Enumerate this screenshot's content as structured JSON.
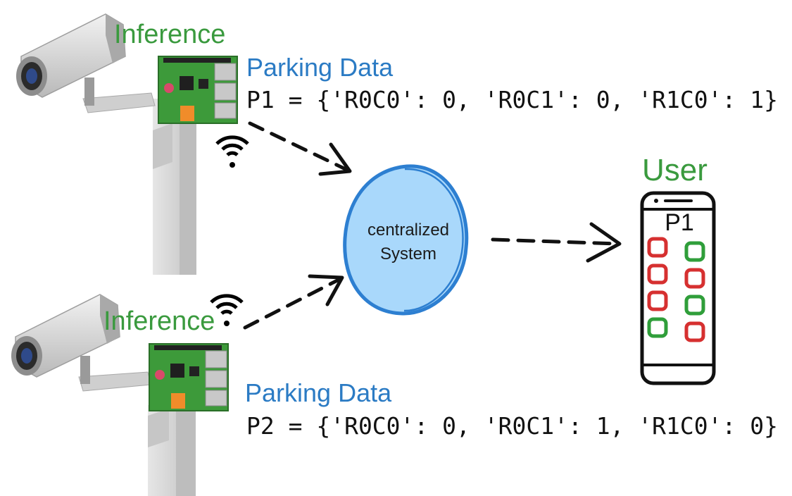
{
  "labels": {
    "inference_top": "Inference",
    "inference_bottom": "Inference",
    "parking_top": "Parking Data",
    "parking_bottom": "Parking Data",
    "p1_data": "P1 = {'R0C0': 0, 'R0C1': 0, 'R1C0': 1}",
    "p2_data": "P2 = {'R0C0': 0, 'R0C1': 1, 'R1C0': 0}",
    "central_line1": "centralized",
    "central_line2": "System",
    "user": "User",
    "phone_title": "P1"
  },
  "phone_slots": {
    "left": [
      "red",
      "red",
      "red",
      "green"
    ],
    "right": [
      "green",
      "red",
      "green",
      "red"
    ]
  },
  "colors": {
    "green_label": "#3a9a3e",
    "blue_label": "#2b7bc4",
    "circle_fill": "#a9d8fb",
    "circle_stroke": "#2d7fd1",
    "slot_red": "#d63030",
    "slot_green": "#2f9e3a",
    "pole": "#d9d9d9",
    "board": "#3d9a3a"
  },
  "icons": [
    "camera-icon",
    "raspberry-pi-board-icon",
    "wifi-icon",
    "smartphone-icon",
    "arrow-icon"
  ]
}
